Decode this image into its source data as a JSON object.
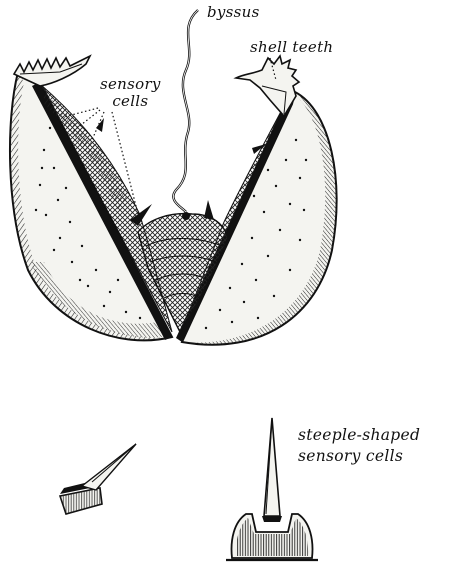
{
  "labels": {
    "byssus": "byssus",
    "shell_teeth": "shell teeth",
    "sensory_cells": [
      "sensory",
      "cells"
    ],
    "steeple_shaped": [
      "steeple-shaped",
      "sensory cells"
    ]
  },
  "colors": {
    "ink": "#111111",
    "shell_fill": "#f4f4f0",
    "background": "#ffffff"
  }
}
